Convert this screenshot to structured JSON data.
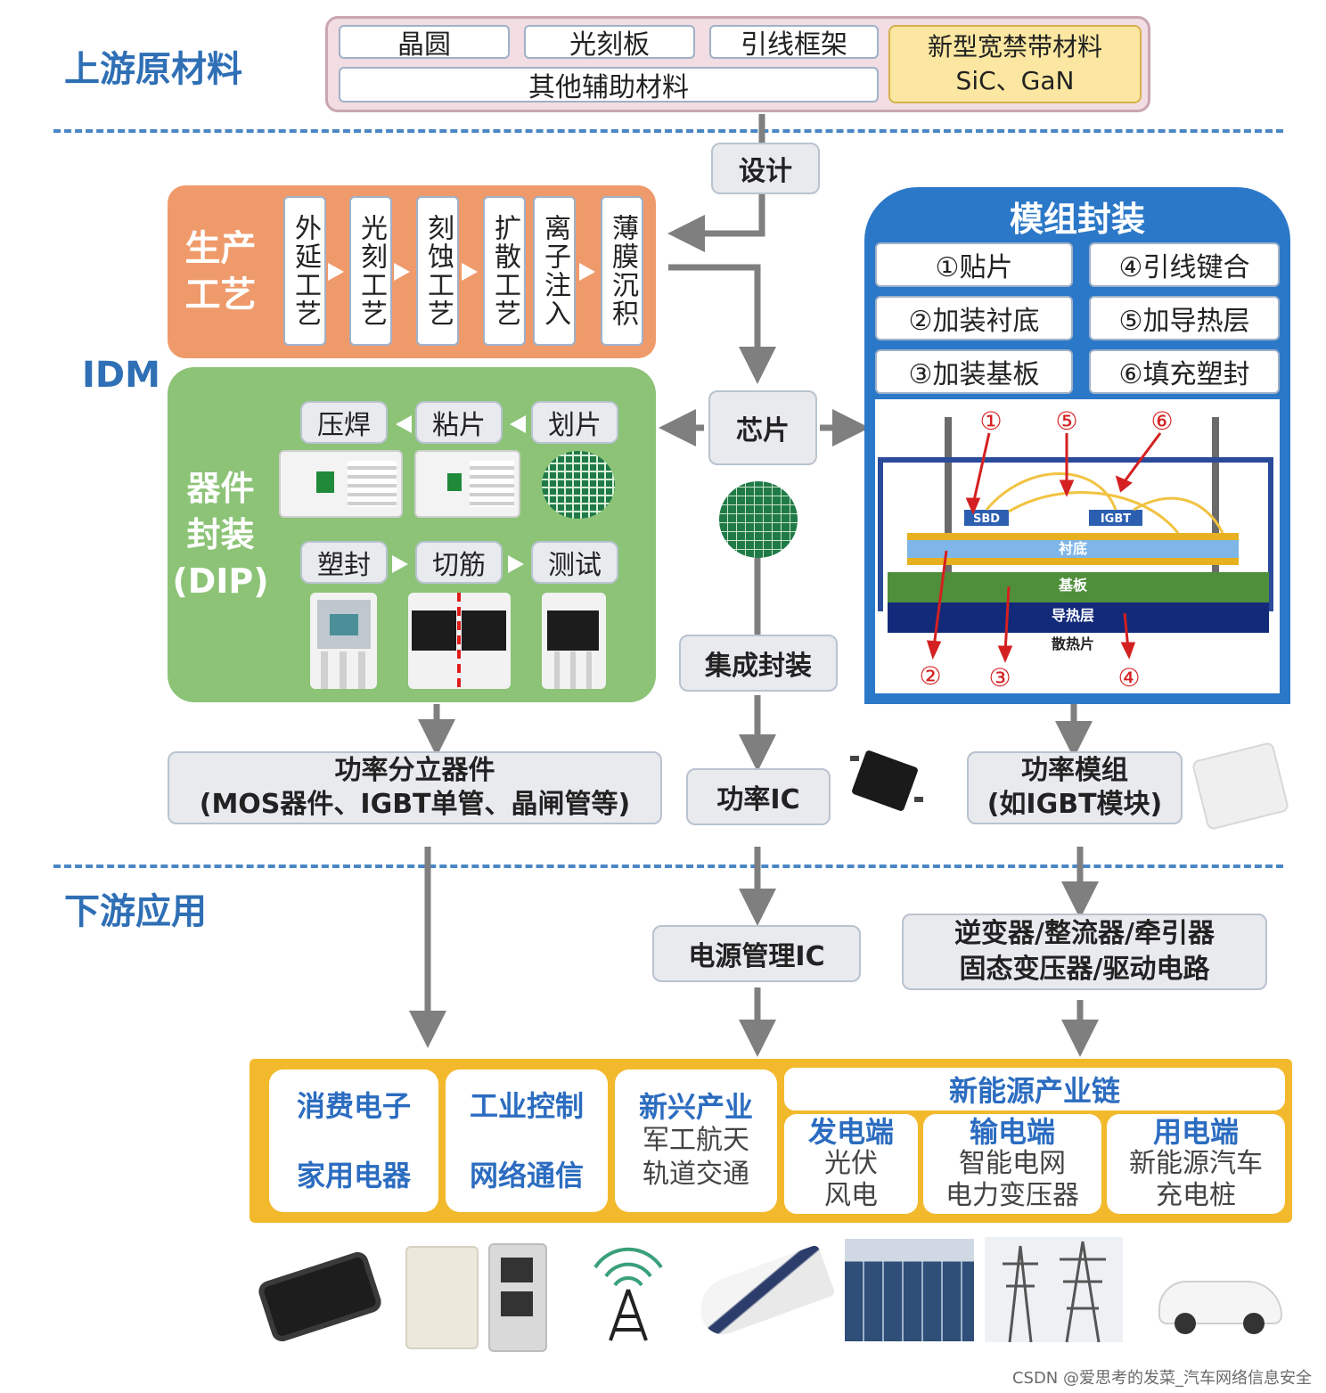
{
  "sections": {
    "upstream": "上游原材料",
    "idm": "IDM",
    "downstream": "下游应用"
  },
  "upstream": {
    "items": [
      "晶圆",
      "光刻板",
      "引线框架"
    ],
    "other": "其他辅助材料",
    "new_material": {
      "line1": "新型宽禁带材料",
      "line2": "SiC、GaN"
    }
  },
  "design": "设计",
  "production": {
    "title_line1": "生产",
    "title_line2": "工艺",
    "steps": [
      "外延工艺",
      "光刻工艺",
      "刻蚀工艺",
      "扩散工艺",
      "离子注入",
      "薄膜沉积"
    ]
  },
  "device_packaging": {
    "title_line1": "器件",
    "title_line2": "封装",
    "title_line3": "(DIP)",
    "row1": [
      "压焊",
      "粘片",
      "划片"
    ],
    "row2": [
      "塑封",
      "切筋",
      "测试"
    ]
  },
  "chip": "芯片",
  "integrated_packaging": "集成封装",
  "module_packaging": {
    "title": "模组封装",
    "steps": [
      "①贴片",
      "④引线键合",
      "②加装衬底",
      "⑤加导热层",
      "③加装基板",
      "⑥填充塑封"
    ],
    "diagram": {
      "markers_top": [
        "①",
        "⑤",
        "⑥"
      ],
      "markers_bottom": [
        "②",
        "③",
        "④"
      ],
      "sbd": "SBD",
      "igbt": "IGBT",
      "substrate": "衬底",
      "baseplate": "基板",
      "thermal_layer": "导热层",
      "heatsink": "散热片"
    }
  },
  "products": {
    "discrete": {
      "line1": "功率分立器件",
      "line2": "(MOS器件、IGBT单管、晶闸管等)"
    },
    "power_ic": "功率IC",
    "module": {
      "line1": "功率模组",
      "line2": "(如IGBT模块)"
    }
  },
  "downstream": {
    "pmic": "电源管理IC",
    "inverter": {
      "line1": "逆变器/整流器/牵引器",
      "line2": "固态变压器/驱动电路"
    },
    "apps": {
      "consumer": {
        "line1": "消费电子",
        "line2": "家用电器"
      },
      "industrial": {
        "line1": "工业控制",
        "line2": "网络通信"
      },
      "emerging": {
        "title": "新兴产业",
        "line1": "军工航天",
        "line2": "轨道交通"
      },
      "new_energy": {
        "title": "新能源产业链",
        "generation": {
          "title": "发电端",
          "line1": "光伏",
          "line2": "风电"
        },
        "transmission": {
          "title": "输电端",
          "line1": "智能电网",
          "line2": "电力变压器"
        },
        "consumption": {
          "title": "用电端",
          "line1": "新能源汽车",
          "line2": "充电桩"
        }
      }
    }
  },
  "watermark": "CSDN @爱思考的发菜_汽车网络信息安全",
  "colors": {
    "accent_blue": "#2f6fb5",
    "production_orange": "#ef9a6b",
    "packaging_green": "#8cc377",
    "module_blue": "#2c78c8",
    "upstream_pink": "#f1dde2",
    "new_material_yellow": "#fbe7a1",
    "apps_gold": "#f2b92d",
    "arrow_gray": "#7f7f7f"
  }
}
